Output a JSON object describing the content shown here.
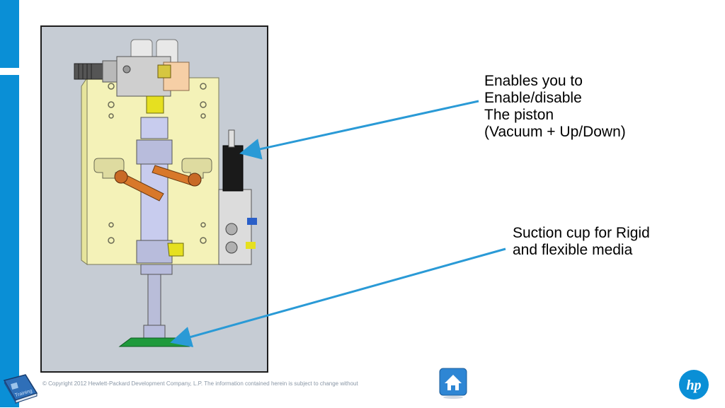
{
  "callouts": [
    {
      "lines": [
        "Enables you to",
        "Enable/disable",
        "The piston",
        "(Vacuum + Up/Down)"
      ]
    },
    {
      "lines": [
        "Suction cup for Rigid",
        "and flexible media"
      ]
    }
  ],
  "footer": {
    "copyright": "© Copyright 2012 Hewlett-Packard Development Company, L.P.  The information contained herein is subject to change without"
  },
  "book_label": "Training",
  "logo_text": "hp",
  "icons": {
    "home": "home-icon",
    "book": "training-book-icon",
    "logo": "hp-logo-icon"
  },
  "colors": {
    "accent_blue": "#0a8fd6",
    "arrow_blue": "#2a9ad6",
    "panel_yellow": "#f4f2b8",
    "cylinder_blue": "#c8ccee",
    "suction_green": "#1f9a3c",
    "valve_peach": "#f6cfa6"
  }
}
